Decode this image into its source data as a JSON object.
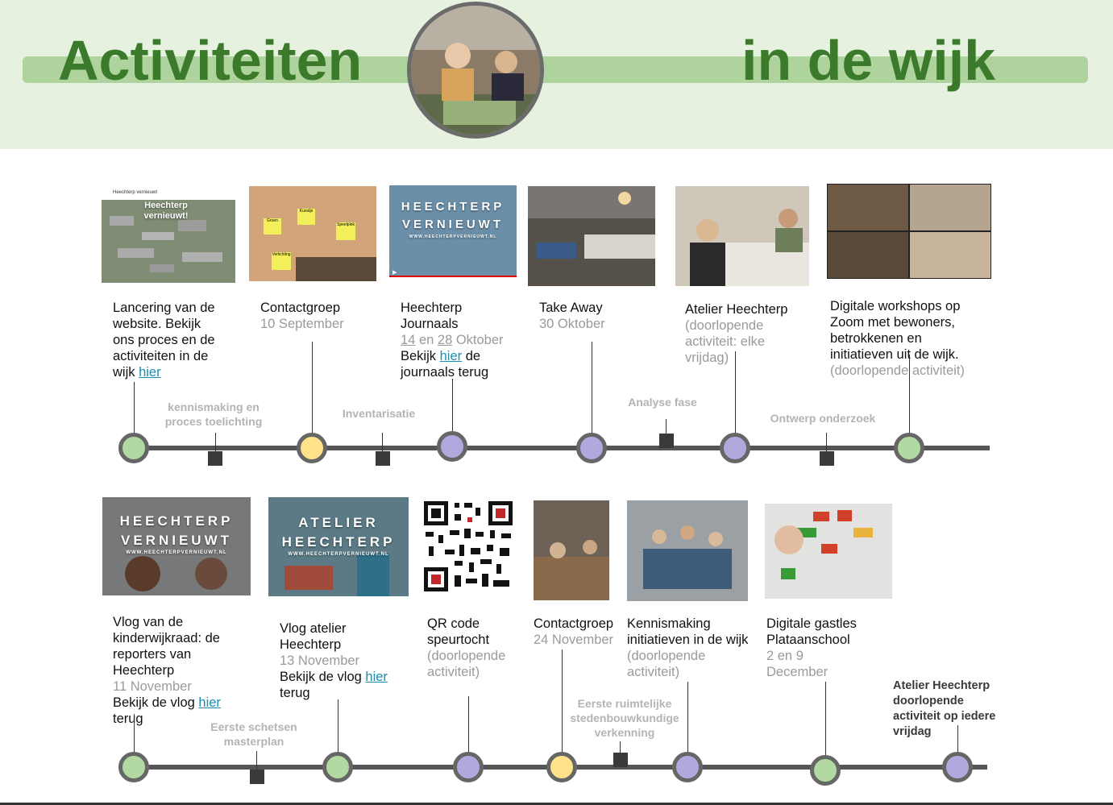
{
  "header": {
    "title_left": "Activiteiten",
    "title_right": "in de wijk"
  },
  "colors": {
    "header_bg": "#e6f2df",
    "header_bar": "#aed39c",
    "title": "#3a7a2a",
    "green_dot": "#b3d9a3",
    "yellow_dot": "#ffe28a",
    "purple_dot": "#b3a8de",
    "link": "#1a8fb0"
  },
  "row1": {
    "items": [
      {
        "lines": [
          "Lancering van de",
          "website. Bekijk",
          "ons proces en de",
          "activiteiten in de"
        ],
        "last_prefix": "wijk ",
        "link": "hier"
      },
      {
        "title": "Contactgroep",
        "date": "10 September"
      },
      {
        "title_l1": "Heechterp",
        "title_l2": "Journaals",
        "d1": "14",
        "mid": " en ",
        "d2": "28",
        "d3": " Oktober",
        "bekijk": "Bekijk ",
        "link": "hier",
        "after": " de",
        "l5": "journaals terug"
      },
      {
        "title": "Take Away",
        "date": "30 Oktober"
      },
      {
        "title": "Atelier Heechterp",
        "g1": "(doorlopende",
        "g2": "activiteit: elke",
        "g3": "vrijdag)"
      },
      {
        "l1": "Digitale workshops op",
        "l2": "Zoom met bewoners,",
        "l3": "betrokkenen en",
        "l4": "initiatieven uit de wijk.",
        "g1": "(doorlopende activiteit)"
      }
    ],
    "phases": [
      {
        "l1": "kennismaking en",
        "l2": "proces toelichting"
      },
      {
        "l1": "Inventarisatie"
      },
      {
        "l1": "Analyse fase"
      },
      {
        "l1": "Ontwerp onderzoek"
      }
    ],
    "images": {
      "website_header": "Heechterp vernieuwt",
      "website_banner": "Heechterp vernieuwt!",
      "sticky1": "Groen",
      "sticky2": "Kunstje",
      "sticky3": "Speelplek",
      "sticky4": "Verlichting",
      "video_l1": "HEECHTERP",
      "video_l2": "VERNIEUWT",
      "video_url": "WWW.HEECHTERPVERNIEUWT.NL"
    }
  },
  "row2": {
    "items": [
      {
        "l1": "Vlog van de",
        "l2": "kinderwijkraad: de",
        "l3": "reporters van",
        "l4": "Heechterp",
        "date": "11 November",
        "bekijk": "Bekijk de vlog ",
        "link": "hier",
        "after": "terug"
      },
      {
        "l1": "Vlog atelier",
        "l2": "Heechterp",
        "date": "13 November",
        "bekijk": "Bekijk de vlog ",
        "link": "hier",
        "after": "terug"
      },
      {
        "l1": "QR code",
        "l2": "speurtocht",
        "g1": "(doorlopende",
        "g2": "activiteit)"
      },
      {
        "title": "Contactgroep",
        "date": "24 November"
      },
      {
        "l1": "Kennismaking",
        "l2": "initiatieven in de wijk",
        "g1": "(doorlopende",
        "g2": "activiteit)"
      },
      {
        "l1": "Digitale gastles",
        "l2": "Plataanschool",
        "g1": "2 en 9",
        "g2": "December"
      }
    ],
    "phases": [
      {
        "l1": "Eerste schetsen",
        "l2": "masterplan"
      },
      {
        "l1": "Eerste ruimtelijke",
        "l2": "stedenbouwkundige",
        "l3": "verkenning"
      }
    ],
    "note": {
      "l1": "Atelier Heechterp",
      "l2": "doorlopende",
      "l3": "activiteit op iedere",
      "l4": "vrijdag"
    },
    "images": {
      "vlog1_l1": "HEECHTERP",
      "vlog1_l2": "VERNIEUWT",
      "vlog1_url": "WWW.HEECHTERPVERNIEUWT.NL",
      "vlog2_l1": "ATELIER",
      "vlog2_l2": "HEECHTERP",
      "vlog2_url": "WWW.HEECHTERPVERNIEUWT.NL"
    }
  }
}
